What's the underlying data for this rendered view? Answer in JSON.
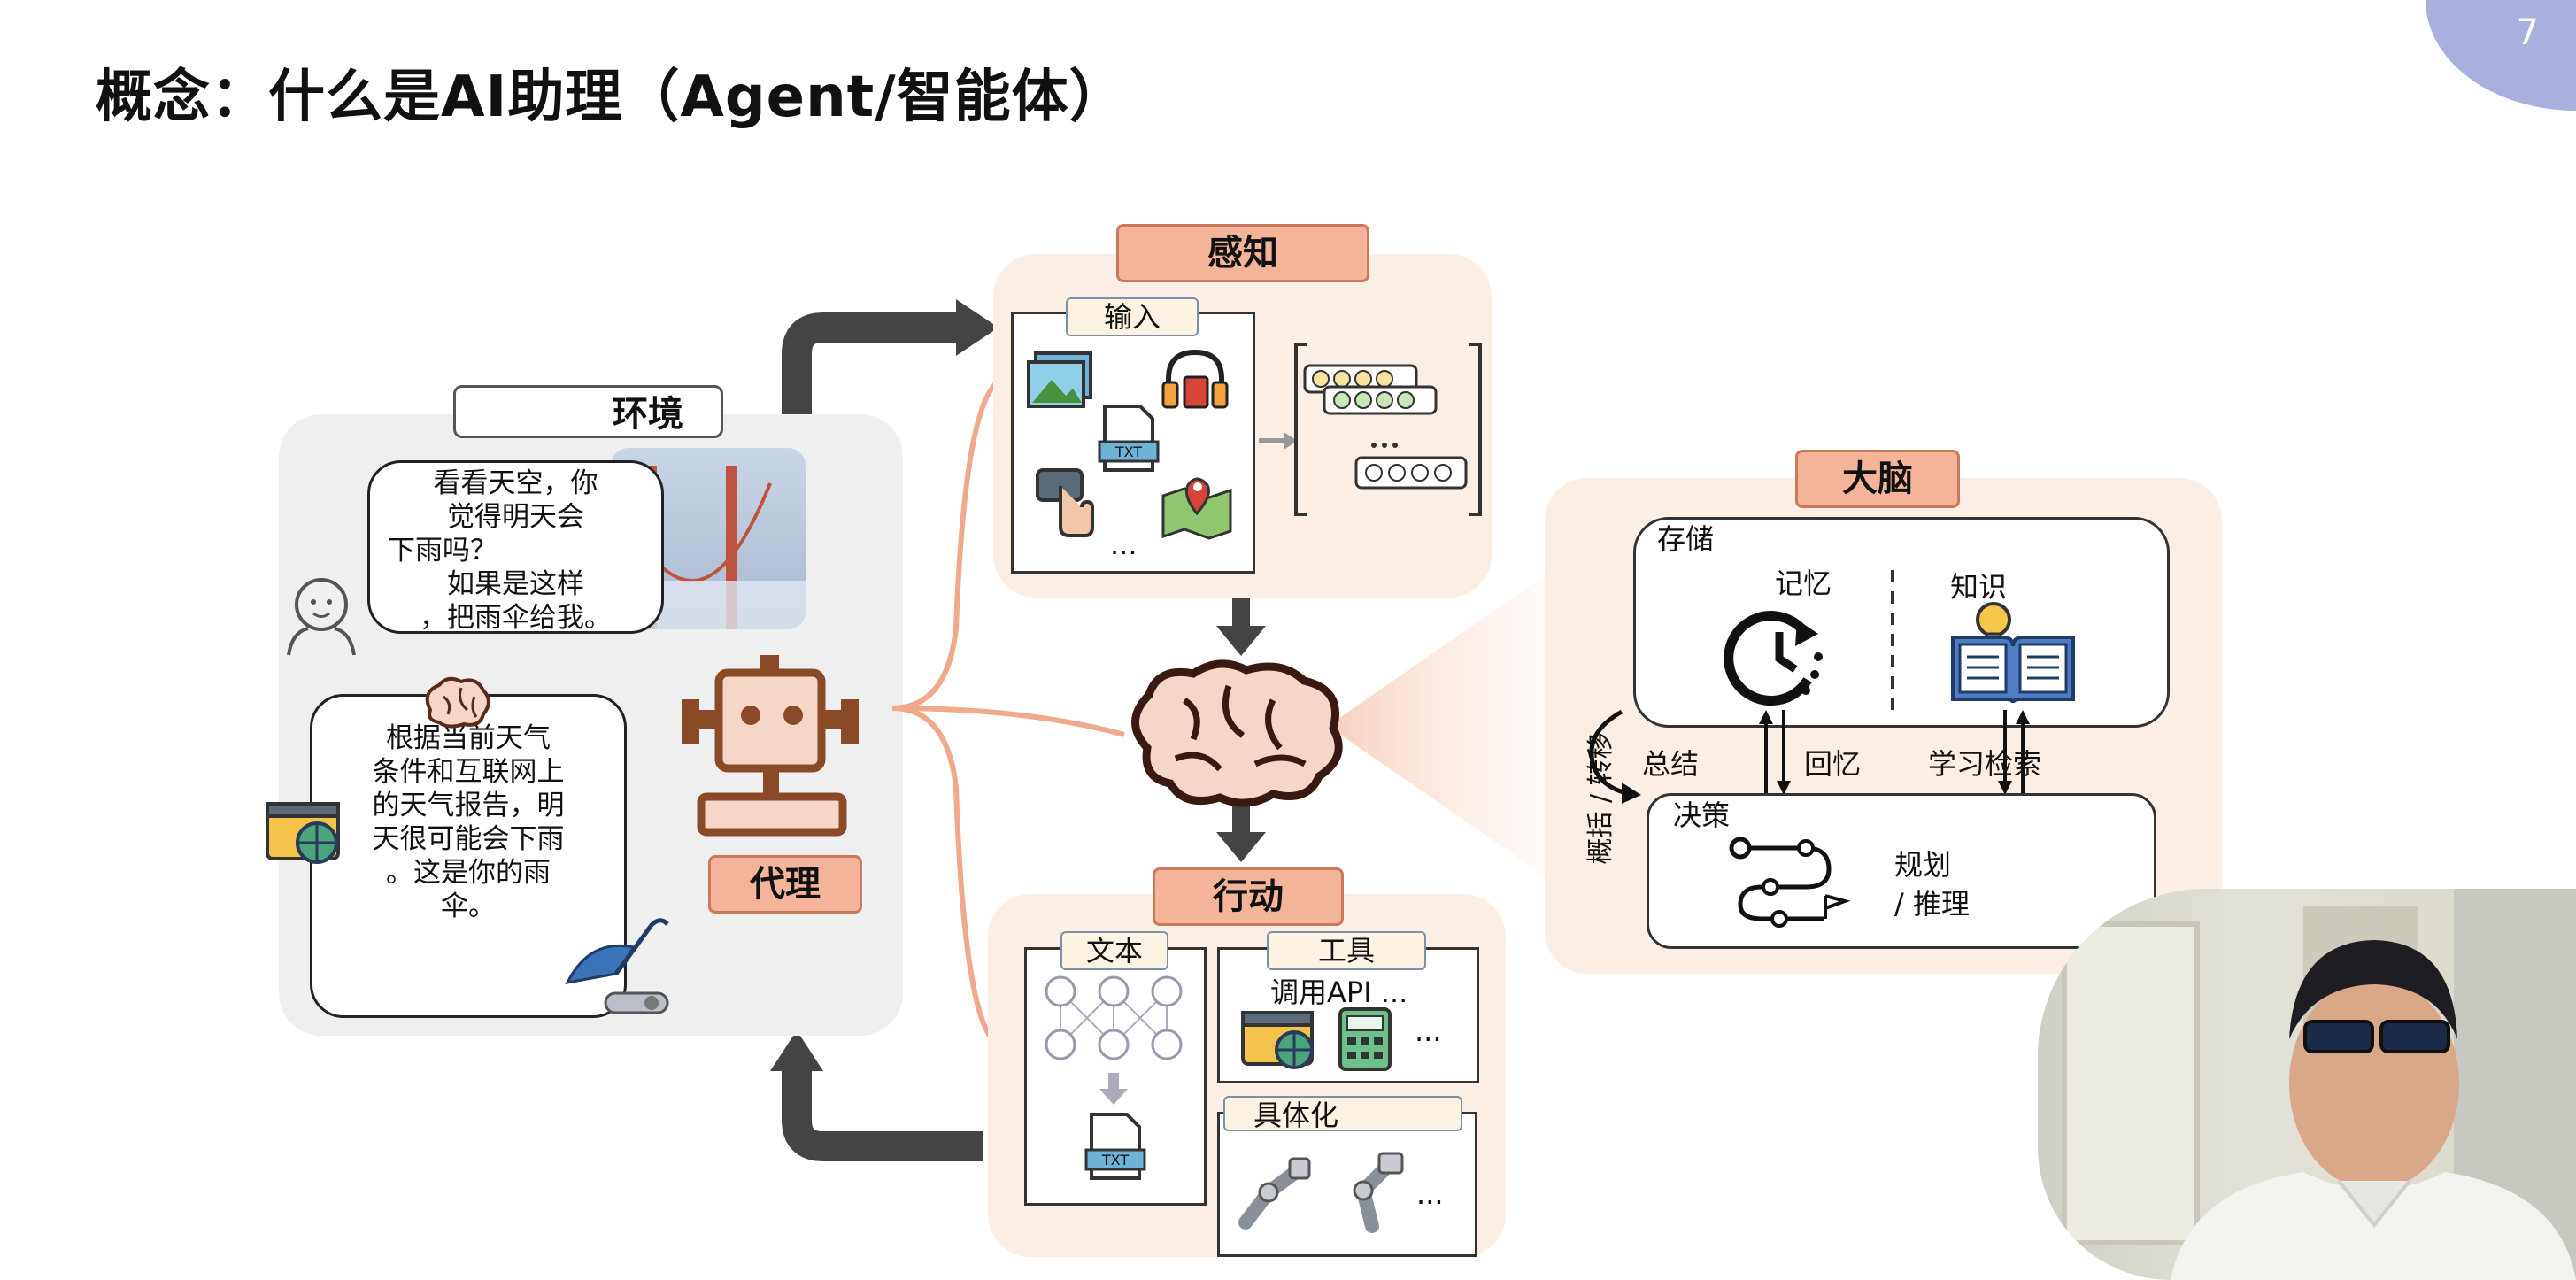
{
  "slide": {
    "title": "概念：什么是AI助理（Agent/智能体）",
    "page_number": "7"
  },
  "environment": {
    "label": "环境",
    "user_bubble": [
      "看看天空，你",
      "觉得明天会",
      "下雨吗？",
      "如果是这样",
      "，把雨伞给我。"
    ],
    "agent_bubble": [
      "根据当前天气",
      "条件和互联网上",
      "的天气报告，明",
      "天很可能会下雨",
      "。这是你的雨",
      "伞。"
    ]
  },
  "agent": {
    "label": "代理"
  },
  "perception": {
    "label": "感知",
    "input_tag": "输入",
    "ellipsis": "..."
  },
  "action": {
    "label": "行动",
    "text_tag": "文本",
    "tool_tag": "工具",
    "tool_call": "调用API ...",
    "embodied_tag": "具体化",
    "ellipsis": "..."
  },
  "brain": {
    "label": "大脑",
    "storage": "存储",
    "memory": "记忆",
    "knowledge": "知识",
    "summarize": "总结",
    "recall": "回忆",
    "learn_retrieve": "学习检索",
    "generalize": "概括 / 转移",
    "decision": "决策",
    "planning": "规划",
    "reasoning": "/ 推理"
  },
  "colors": {
    "accent_peach": "#f4b49a",
    "panel_peach": "#fbeee4",
    "arrow_gray": "#444444",
    "env_gray": "#efefef",
    "page_badge": "#aab0dd"
  }
}
